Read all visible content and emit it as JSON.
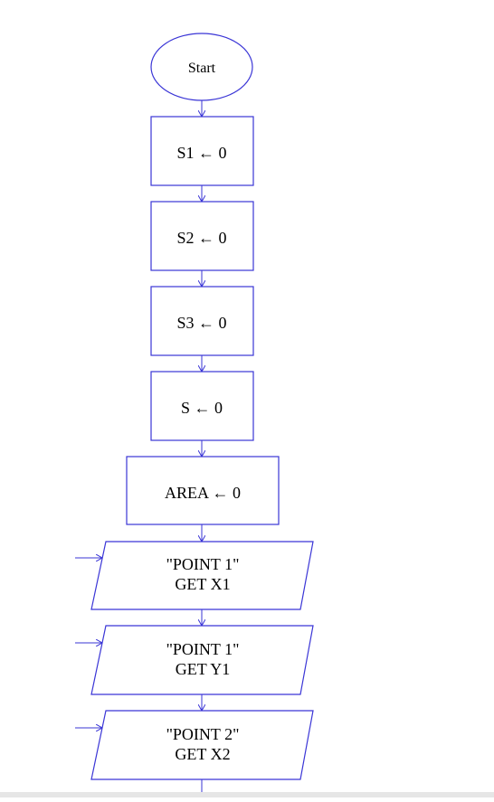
{
  "colors": {
    "stroke": "#3a35d6",
    "text": "#000000",
    "background": "#ffffff",
    "bar": "#e6e6e6"
  },
  "flowchart": {
    "start": {
      "label": "Start"
    },
    "steps": [
      {
        "label": "S1 ← 0"
      },
      {
        "label": "S2 ← 0"
      },
      {
        "label": "S3 ← 0"
      },
      {
        "label": "S ← 0"
      },
      {
        "label": "AREA ← 0"
      }
    ],
    "inputs": [
      {
        "line1": "\"POINT 1\"",
        "line2": "GET X1"
      },
      {
        "line1": "\"POINT 1\"",
        "line2": "GET Y1"
      },
      {
        "line1": "\"POINT 2\"",
        "line2": "GET X2"
      }
    ]
  }
}
